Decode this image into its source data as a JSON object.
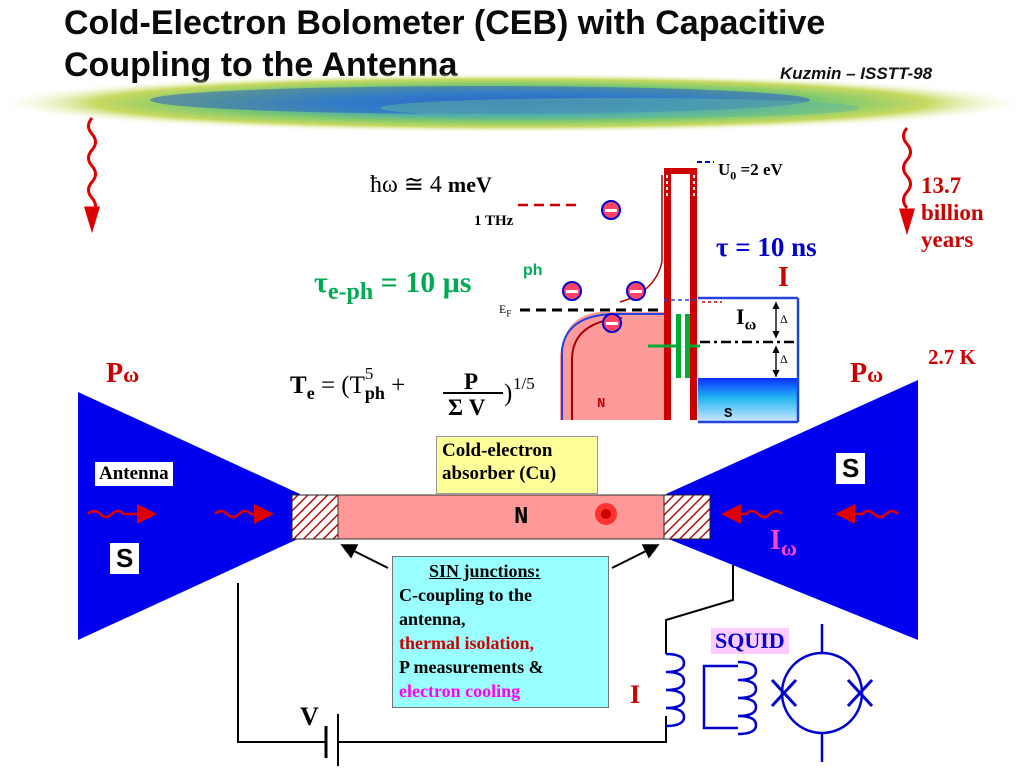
{
  "slide": {
    "title_line1": "Cold-Electron Bolometer (CEB) with Capacitive",
    "title_line2": "Coupling to the Antenna",
    "author": "Kuzmin – ISSTT-98"
  },
  "cmb": {
    "age_line1": "13.7",
    "age_line2": "billion",
    "age_line3": "years",
    "temperature": "2.7 K"
  },
  "energy": {
    "photon": "ħω ≅ 4",
    "photon_unit": "meV",
    "freq": "1 THz",
    "u0": "U",
    "u0_sub": "0",
    "u0_value": " =2 eV",
    "tau": "τ = 10 ns",
    "tau_eph": "τ",
    "tau_eph_sub": "e-ph",
    "tau_eph_value": " = 10 μs",
    "ph": "ph",
    "ef": "E",
    "ef_sub": "F",
    "current": "I",
    "current_omega": "I",
    "omega": "ω",
    "delta": "Δ",
    "n_label": "N",
    "s_label": "S",
    "minus": "−"
  },
  "formula": {
    "te": "T",
    "te_sub": "e",
    "eq": " = (T",
    "five": "5",
    "ph_sub": "ph",
    "plus": " + ",
    "num": "P",
    "den": "Σ V",
    "close": ")",
    "exp": "1/5"
  },
  "device": {
    "p_left": "P",
    "p_right": "P",
    "omega": "ω",
    "antenna": "Antenna",
    "s_left": "S",
    "s_right": "S",
    "n": "N",
    "absorber_line1": "Cold-electron",
    "absorber_line2": "absorber (Cu)",
    "i_omega": "I",
    "sin_title": "SIN junctions:",
    "sin_line1": "C-coupling to the",
    "sin_line2": "antenna,",
    "sin_line3": "thermal isolation,",
    "sin_line4": "P measurements &",
    "sin_line5": "electron cooling",
    "squid": "SQUID",
    "i_label": "I",
    "v_label": "V"
  },
  "colors": {
    "antenna_blue": "#0000ee",
    "absorber_pink": "#ff9999",
    "red": "#cc0000",
    "green": "#00aa55",
    "magenta": "#ff00ff",
    "navy": "#0000cc"
  }
}
